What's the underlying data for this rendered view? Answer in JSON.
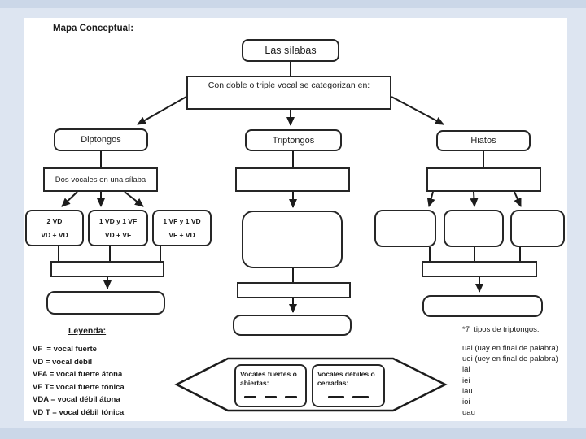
{
  "page": {
    "header_label": "Mapa Conceptual:"
  },
  "nodes": {
    "root": "Las sílabas",
    "categorize": "Con doble o triple vocal se categorizan en:",
    "diptongos": {
      "title": "Diptongos",
      "subtitle": "Dos vocales en una sílaba",
      "types": [
        {
          "line1": "2 VD",
          "line2": "VD + VD"
        },
        {
          "line1": "1 VD y 1 VF",
          "line2": "VD + VF"
        },
        {
          "line1": "1 VF y 1 VD",
          "line2": "VF + VD"
        }
      ]
    },
    "triptongos": {
      "title": "Triptongos"
    },
    "hiatos": {
      "title": "Hiatos"
    }
  },
  "legend": {
    "title": "Leyenda:",
    "items": [
      "VF  = vocal fuerte",
      "VD = vocal débil",
      "VFA = vocal fuerte átona",
      "VF T= vocal fuerte tónica",
      "VDA = vocal débil átona",
      "VD T = vocal débil tónica"
    ]
  },
  "vowel_panel": {
    "strong_label": "Vocales fuertes o abiertas:",
    "weak_label": "Vocales débiles o cerradas:"
  },
  "triptongo_note": {
    "title": "*7  tipos de triptongos:",
    "items": [
      "uai (uay en final de palabra)",
      "uei (uey en final de palabra)",
      "iai",
      "iei",
      "iau",
      "ioi",
      "uau"
    ]
  },
  "colors": {
    "background": "#dde5f1",
    "band": "#cbd7e8",
    "line": "#1c1c1c",
    "box_background": "#ffffff"
  }
}
